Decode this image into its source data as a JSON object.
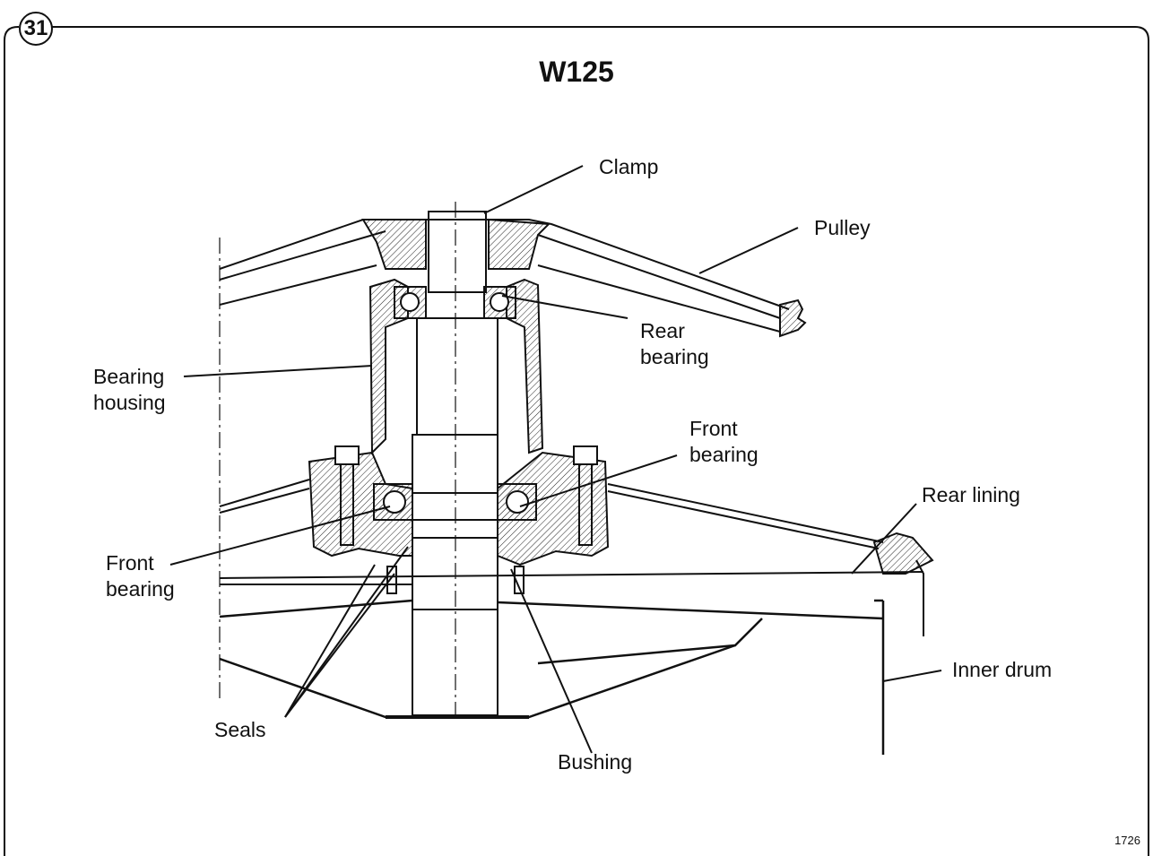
{
  "badge": {
    "number": "31"
  },
  "title": "W125",
  "labels": {
    "clamp": "Clamp",
    "pulley": "Pulley",
    "rear_bearing": [
      "Rear",
      "bearing"
    ],
    "bearing_housing": [
      "Bearing",
      "housing"
    ],
    "front_bearing_right": [
      "Front",
      "bearing"
    ],
    "rear_lining": "Rear lining",
    "front_bearing_left": [
      "Front",
      "bearing"
    ],
    "inner_drum": "Inner drum",
    "seals": "Seals",
    "bushing": "Bushing"
  },
  "figure_number": "1726"
}
